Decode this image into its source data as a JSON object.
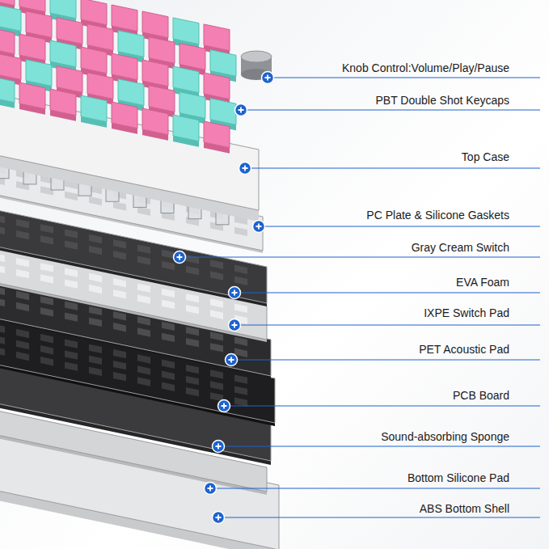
{
  "diagram": {
    "labels": [
      "Knob Control:Volume/Play/Pause",
      "PBT Double Shot Keycaps",
      "Top Case",
      "PC Plate & Silicone Gaskets",
      "Gray Cream Switch",
      "EVA Foam",
      "IXPE Switch Pad",
      "PET Acoustic Pad",
      "PCB Board",
      "Sound-absorbing Sponge",
      "Bottom Silicone Pad",
      "ABS Bottom Shell"
    ]
  }
}
